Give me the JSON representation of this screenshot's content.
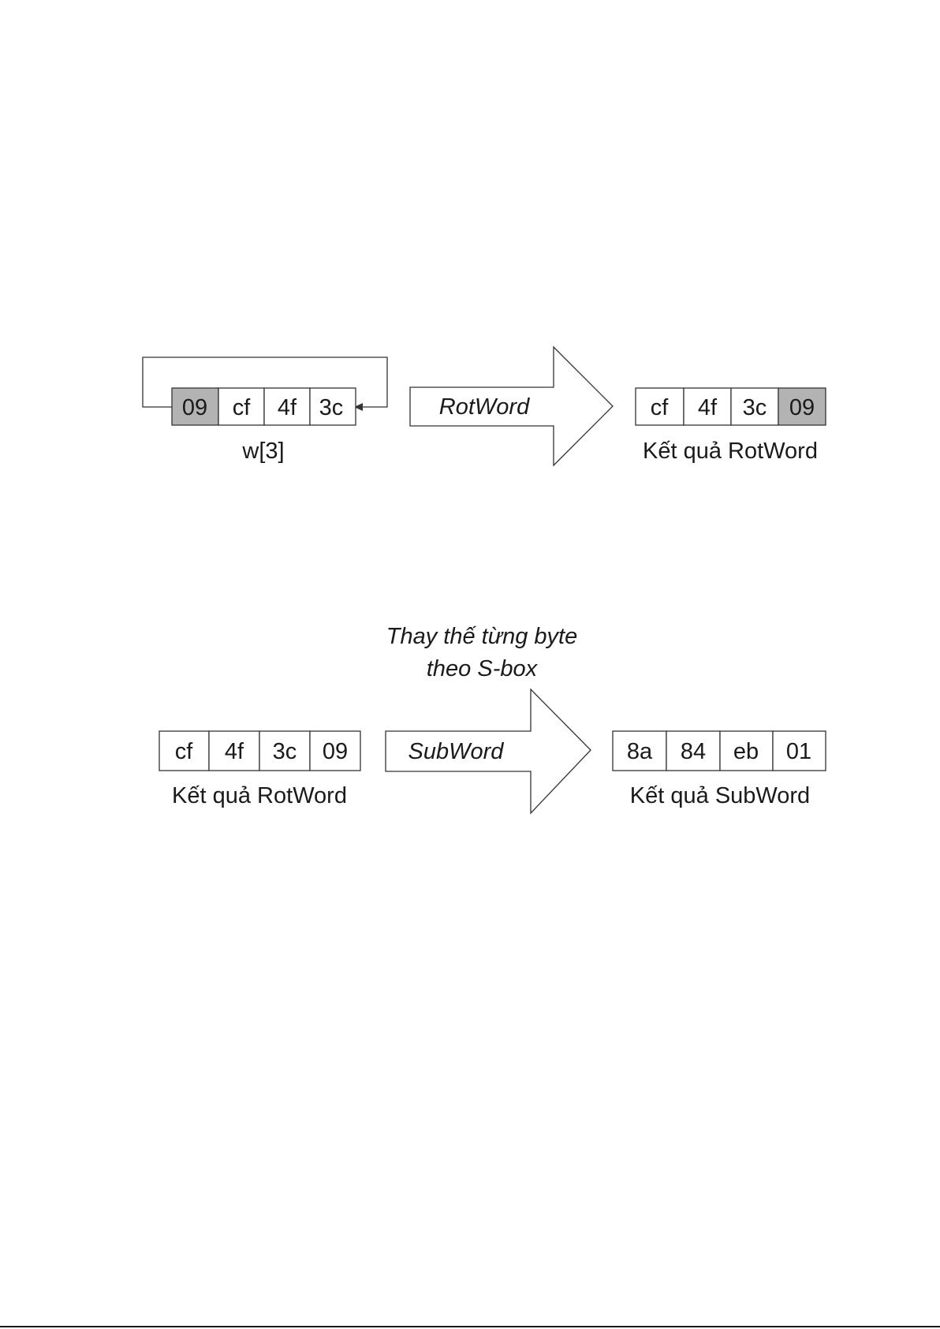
{
  "rotword_step": {
    "input": {
      "cells": [
        {
          "value": "09",
          "highlight": true
        },
        {
          "value": "cf",
          "highlight": false
        },
        {
          "value": "4f",
          "highlight": false
        },
        {
          "value": "3c",
          "highlight": false
        }
      ],
      "caption": "w[3]"
    },
    "arrow_label": "RotWord",
    "output": {
      "cells": [
        {
          "value": "cf",
          "highlight": false
        },
        {
          "value": "4f",
          "highlight": false
        },
        {
          "value": "3c",
          "highlight": false
        },
        {
          "value": "09",
          "highlight": true
        }
      ],
      "caption": "Kết quả RotWord"
    }
  },
  "subword_step": {
    "note_lines": [
      "Thay thế từng byte",
      "theo S-box"
    ],
    "input": {
      "cells": [
        {
          "value": "cf",
          "highlight": false
        },
        {
          "value": "4f",
          "highlight": false
        },
        {
          "value": "3c",
          "highlight": false
        },
        {
          "value": "09",
          "highlight": false
        }
      ],
      "caption": "Kết quả RotWord"
    },
    "arrow_label": "SubWord",
    "output": {
      "cells": [
        {
          "value": "8a",
          "highlight": false
        },
        {
          "value": "84",
          "highlight": false
        },
        {
          "value": "eb",
          "highlight": false
        },
        {
          "value": "01",
          "highlight": false
        }
      ],
      "caption": "Kết quả SubWord"
    }
  },
  "colors": {
    "highlight_cell": "#b3b3b3",
    "outline": "#333333"
  }
}
